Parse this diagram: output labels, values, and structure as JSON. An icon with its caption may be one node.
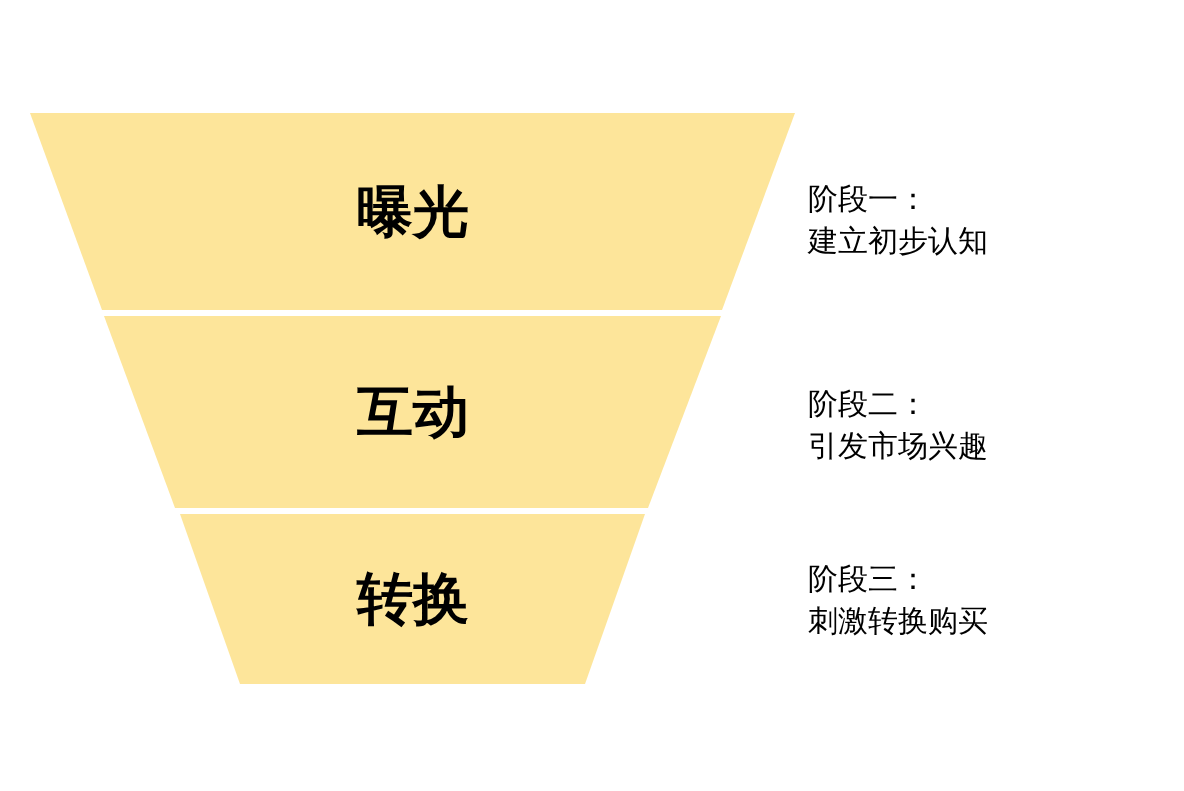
{
  "diagram": {
    "nodes": [
      {
        "text": [
          "曝光"
        ],
        "beside": [
          "阶段一：",
          "建立初步认知"
        ]
      },
      {
        "text": [
          "互动"
        ],
        "beside": [
          "阶段二：",
          "引发市场兴趣"
        ]
      },
      {
        "text": [
          "转换"
        ],
        "beside": [
          "阶段三：",
          "刺激转换购买"
        ]
      }
    ]
  }
}
